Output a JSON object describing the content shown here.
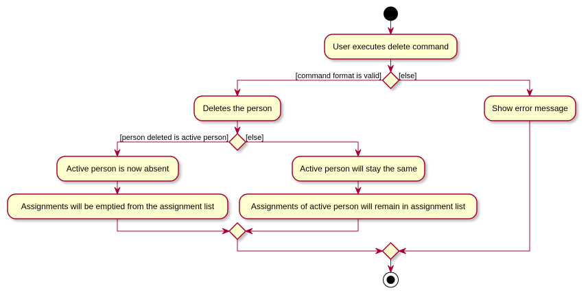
{
  "colors": {
    "line": "#A80036",
    "node_fill": "#FEFECE",
    "start_fill": "#000000",
    "text": "#000000",
    "background": "#FFFFFF"
  },
  "actions": {
    "user_executes": "User executes delete command",
    "deletes_person": "Deletes the person",
    "show_error": "Show error message",
    "active_absent": "Active person is now absent",
    "active_same": "Active person will stay the same",
    "assignments_emptied": "Assignments will be emptied from the assignment list",
    "assignments_remain": "Assignments of active person will remain in assignment list"
  },
  "guards": {
    "format_valid": "[command format is valid]",
    "format_else": "[else]",
    "deleted_active": "[person deleted is active person]",
    "deleted_else": "[else]"
  }
}
